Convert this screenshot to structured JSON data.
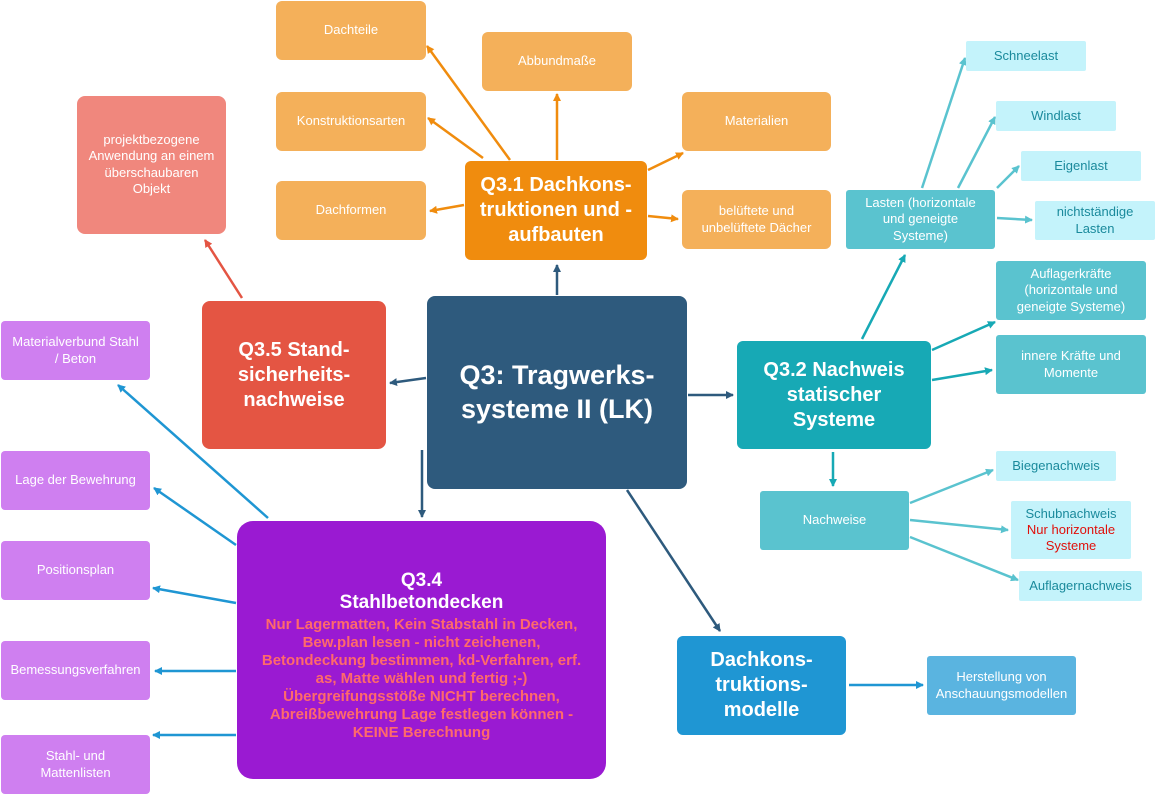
{
  "center": {
    "line1": "Q3: Tragwerks-",
    "line2": "systeme II (LK)"
  },
  "q31": {
    "line1": "Q3.1 Dachkons-",
    "line2": "truktionen und -",
    "line3": "aufbauten",
    "children": {
      "dachteile": "Dachteile",
      "abbundmasse": "Abbundmaße",
      "konstruktionsarten": "Konstruktionsarten",
      "materialien": "Materialien",
      "dachformen": "Dachformen",
      "belueftete_1": "belüftete und",
      "belueftete_2": "unbelüftete Dächer"
    }
  },
  "q32": {
    "line1": "Q3.2 Nachweis",
    "line2": "statischer",
    "line3": "Systeme",
    "lasten": {
      "line1": "Lasten (horizontale",
      "line2": "und geneigte",
      "line3": "Systeme)",
      "children": {
        "schneelast": "Schneelast",
        "windlast": "Windlast",
        "eigenlast": "Eigenlast",
        "nichtstaendig_1": "nichtständige",
        "nichtstaendig_2": "Lasten"
      }
    },
    "auflagerkraefte": {
      "line1": "Auflagerkräfte",
      "line2": "(horizontale und",
      "line3": "geneigte Systeme)"
    },
    "innere": {
      "line1": "innere Kräfte und",
      "line2": "Momente"
    },
    "nachweise": {
      "label": "Nachweise",
      "children": {
        "biegenachweis": "Biegenachweis",
        "schub_1": "Schubnachweis",
        "schub_2": "Nur horizontale",
        "schub_3": "Systeme",
        "auflagernachweis": "Auflagernachweis"
      }
    }
  },
  "q34": {
    "title1": "Q3.4",
    "title2": "Stahlbetondecken",
    "body": [
      "Nur Lagermatten, Kein Stabstahl in Decken,",
      "Bew.plan lesen - nicht zeichenen,",
      "Betondeckung bestimmen, kd-Verfahren, erf.",
      "as, Matte wählen und fertig ;-)",
      "Übergreifungsstöße NICHT berechnen,",
      "Abreißbewehrung Lage festlegen können -",
      "KEINE Berechnung"
    ],
    "children": {
      "materialverbund_1": "Materialverbund Stahl",
      "materialverbund_2": "/ Beton",
      "lage": "Lage der Bewehrung",
      "positionsplan": "Positionsplan",
      "bemessung": "Bemessungsverfahren",
      "stahl_1": "Stahl- und",
      "stahl_2": "Mattenlisten"
    }
  },
  "q35": {
    "line1": "Q3.5 Stand-",
    "line2": "sicherheits-",
    "line3": "nachweise",
    "child": {
      "line1": "projektbezogene",
      "line2": "Anwendung an einem",
      "line3": "überschaubaren",
      "line4": "Objekt"
    }
  },
  "dach": {
    "line1": "Dachkons-",
    "line2": "truktions-",
    "line3": "modelle",
    "child": {
      "line1": "Herstellung von",
      "line2": "Anschauungsmodellen"
    }
  },
  "colors": {
    "center": "#2e5a7d",
    "orange": "#f08c0e",
    "teal": "#17a9b5",
    "red": "#e45543",
    "violet": "#9a1ad2",
    "blue": "#1f96d3"
  }
}
